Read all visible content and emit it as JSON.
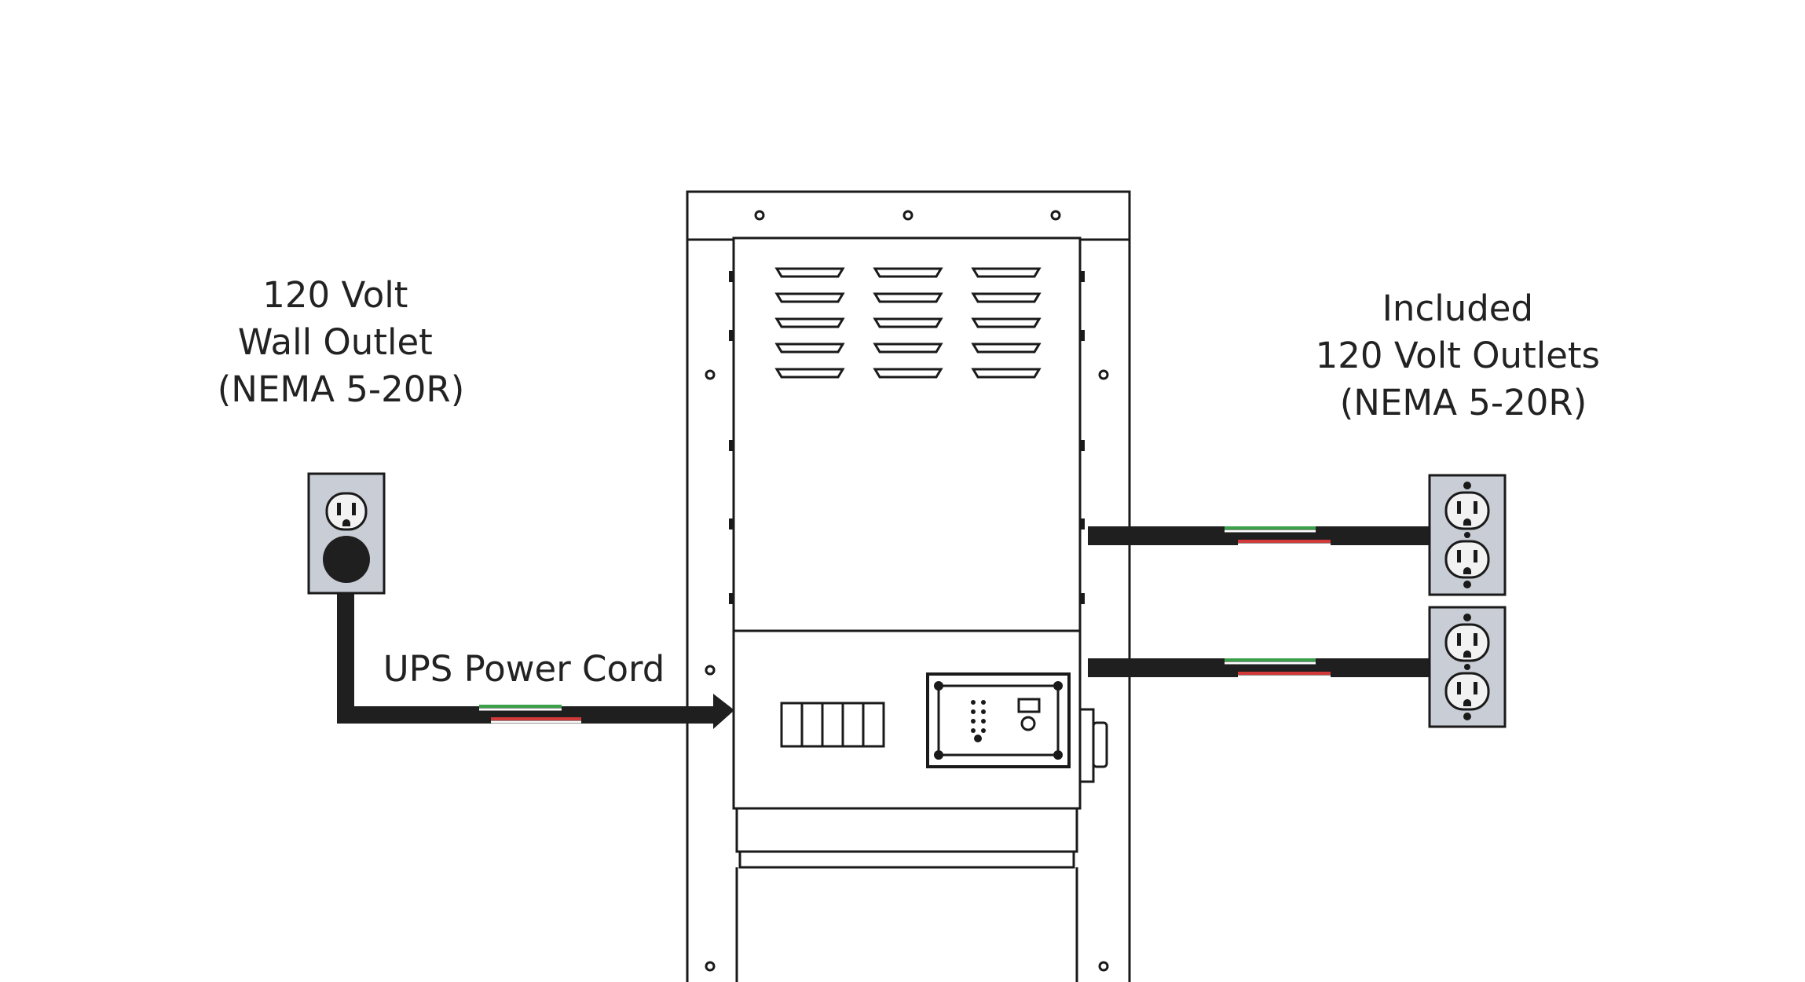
{
  "labels": {
    "wall_outlet": [
      "120 Volt",
      "Wall Outlet",
      "(NEMA 5-20R)"
    ],
    "included_outlets": [
      "Included",
      "120 Volt Outlets",
      "(NEMA 5-20R)"
    ],
    "power_cord": "UPS Power Cord"
  },
  "colors": {
    "line": "#1a1a1a",
    "cord": "#1f1f1f",
    "stripe_green": "#3aa04a",
    "stripe_red": "#d23a3a",
    "outlet_plate": "#c9ced6",
    "outlet_face": "#f2f2f2"
  },
  "icons": {
    "wall_outlet": "duplex-outlet-icon",
    "included_outlet": "duplex-outlet-icon",
    "plug": "plug-icon"
  }
}
